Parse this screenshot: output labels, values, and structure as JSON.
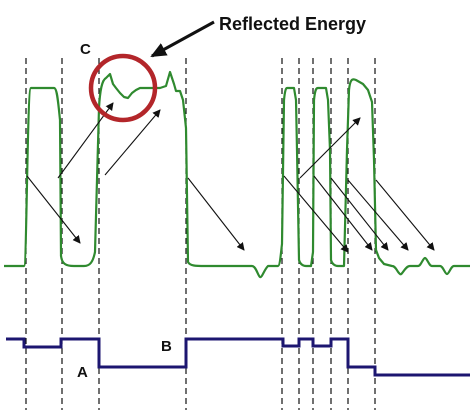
{
  "diagram": {
    "annotation": {
      "title": "Reflected Energy"
    },
    "labels": {
      "a": "A",
      "b": "B",
      "c": "C"
    },
    "colors": {
      "upper_waveform": "#2f8a2f",
      "lower_waveform": "#1c1670",
      "highlight_circle": "#b3262a",
      "guides": "#111111",
      "arrows": "#111111"
    }
  }
}
